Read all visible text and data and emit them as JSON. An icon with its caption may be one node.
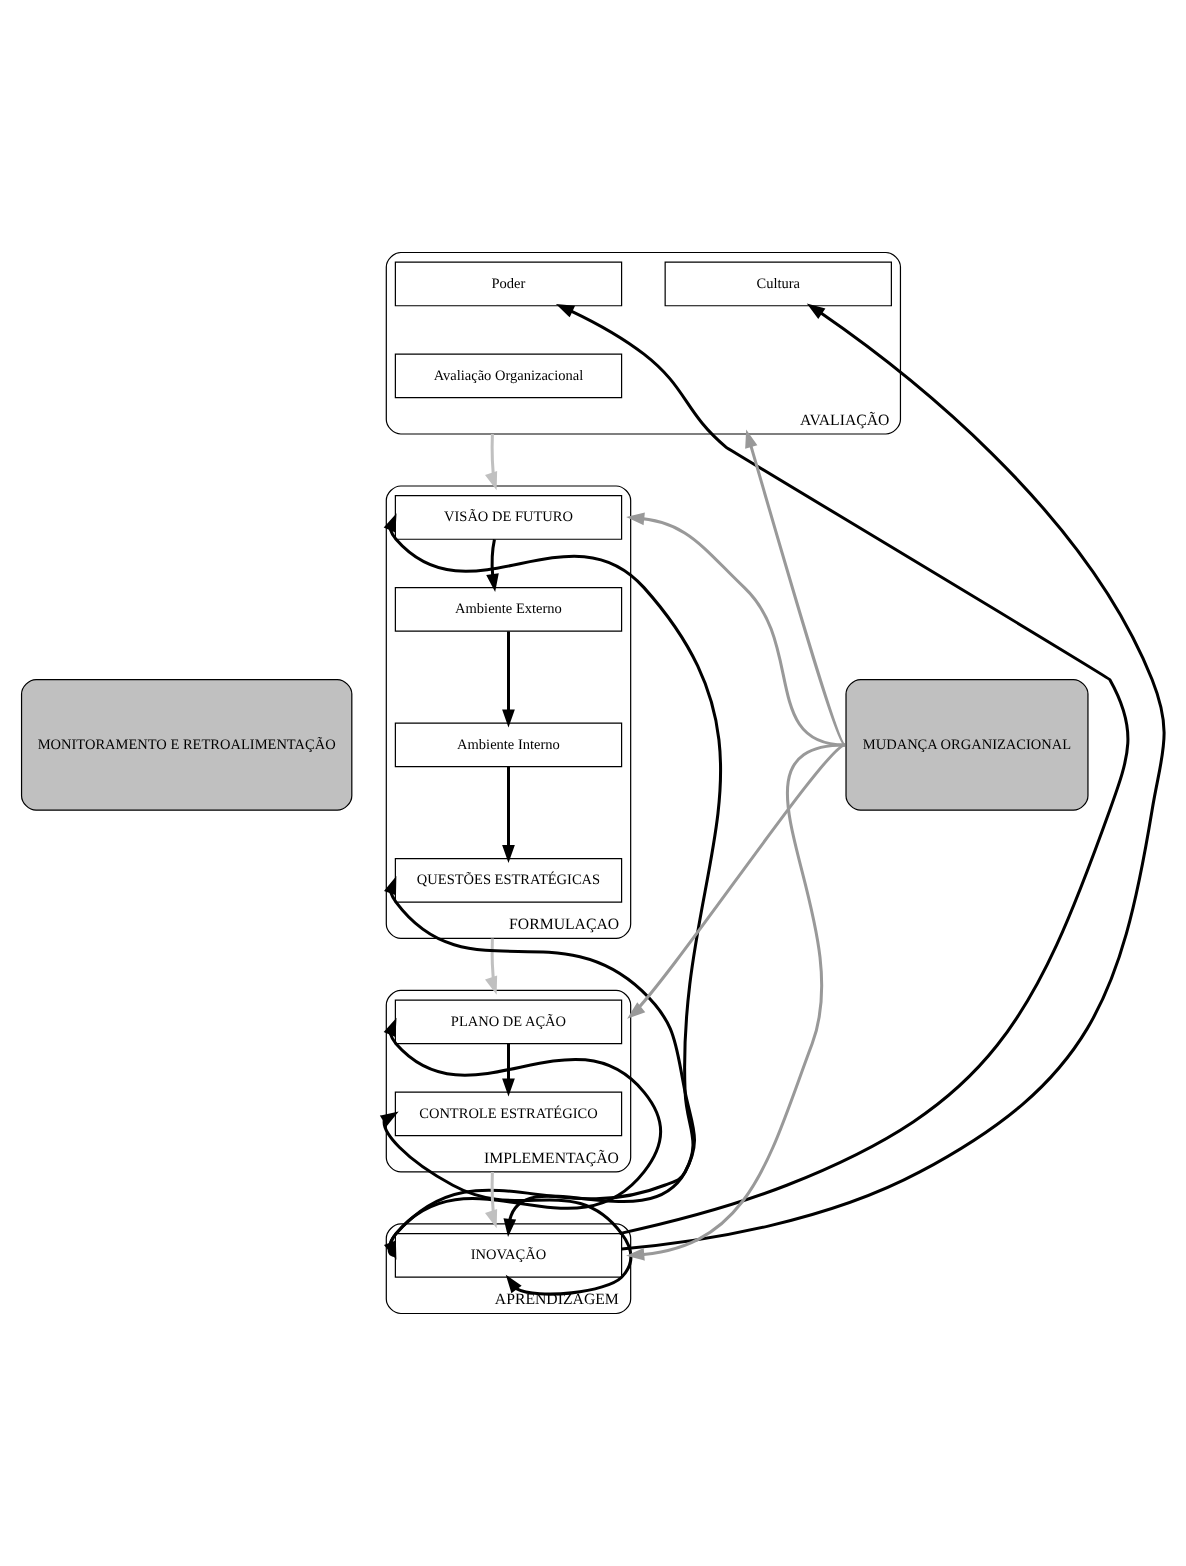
{
  "diagram": {
    "nodes": [
      {
        "text": [
          "MONITORAMENTO E RETROALIMENTAÇÃO"
        ]
      },
      {
        "text": [
          "AVALIAÇÃO"
        ]
      },
      {
        "text": [
          "Poder"
        ],
        "in": 1
      },
      {
        "text": [
          "Cultura"
        ],
        "in": 1
      },
      {
        "text": [
          "Avaliação Organizacional"
        ],
        "in": 1
      },
      {
        "text": [
          "FORMULAÇAO"
        ]
      },
      {
        "text": [
          "VISÃO DE FUTURO"
        ],
        "in": 5
      },
      {
        "text": [
          "Ambiente Externo"
        ],
        "in": 5
      },
      {
        "text": [
          "Ambiente Interno"
        ],
        "in": 5
      },
      {
        "text": [
          "QUESTÕES ESTRATÉGICAS"
        ],
        "in": 5
      },
      {
        "text": [
          "IMPLEMENTAÇÃO"
        ]
      },
      {
        "text": [
          "PLANO DE AÇÃO"
        ],
        "in": 10
      },
      {
        "text": [
          "CONTROLE ESTRATÉGICO"
        ],
        "in": 10
      },
      {
        "text": [
          "APRENDIZAGEM"
        ]
      },
      {
        "text": [
          "INOVAÇÃO"
        ],
        "in": 13
      },
      {
        "text": [
          "MUDANÇA ORGANIZACIONAL"
        ]
      }
    ],
    "edges": [
      {
        "from": 14,
        "to": 2,
        "arrow": "to"
      },
      {
        "from": 14,
        "to": 3,
        "arrow": "to"
      },
      {
        "from": 14,
        "to": 6,
        "arrow": "to"
      },
      {
        "from": 14,
        "to": 9,
        "arrow": "both"
      },
      {
        "from": 14,
        "to": 11,
        "arrow": "both"
      },
      {
        "from": 14,
        "to": 12,
        "arrow": "both"
      },
      {
        "from": 1,
        "to": 5,
        "arrow": "to",
        "color": "#c0c0c0"
      },
      {
        "from": 6,
        "to": 7,
        "arrow": "to"
      },
      {
        "from": 7,
        "to": 8,
        "arrow": "to"
      },
      {
        "from": 8,
        "to": 9,
        "arrow": "to"
      },
      {
        "from": 5,
        "to": 10,
        "arrow": "to",
        "color": "#c0c0c0"
      },
      {
        "from": 11,
        "to": 12,
        "arrow": "to"
      },
      {
        "from": 10,
        "to": 13,
        "arrow": "to",
        "color": "#c0c0c0"
      },
      {
        "from": 15,
        "to": 1,
        "arrow": "to",
        "color": "#999999"
      },
      {
        "from": 15,
        "to": 5,
        "arrow": "to",
        "color": "#999999"
      },
      {
        "from": 15,
        "to": 10,
        "arrow": "to",
        "color": "#999999"
      },
      {
        "from": 15,
        "to": 13,
        "arrow": "to",
        "color": "#999999"
      }
    ]
  }
}
